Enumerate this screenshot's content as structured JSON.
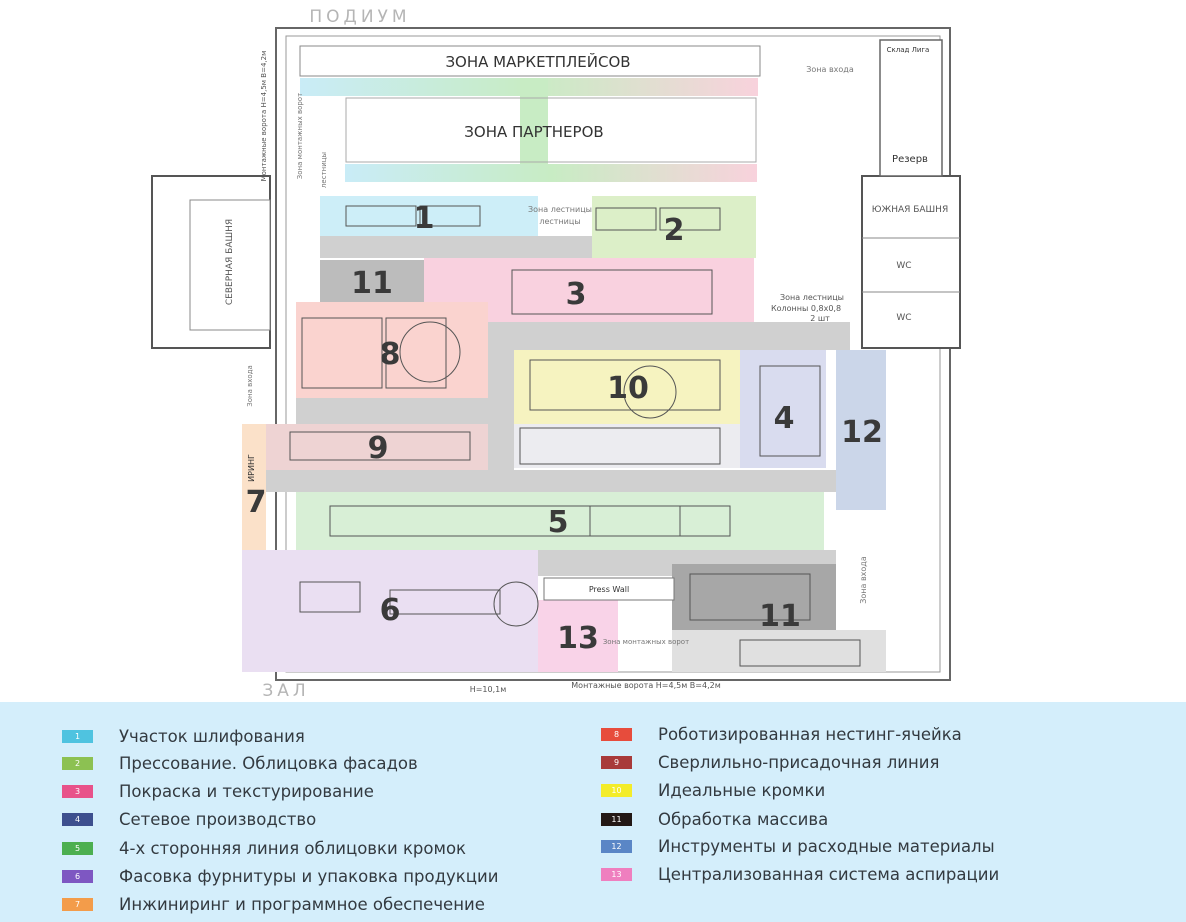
{
  "plan": {
    "podium_label": "ПОДИУМ",
    "hall_label": "ЗАЛ",
    "marketplace_zone": "ЗОНА МАРКЕТПЛЕЙСОВ",
    "partners_zone": "ЗОНА ПАРТНЕРОВ",
    "stairs_zone": "Зона лестницы",
    "stairs_zone_right": "Зона лестницы",
    "columns_note": "Колонны 0,8х0,8",
    "columns_count": "2 шт",
    "entrance_zone_top": "Зона входа",
    "entrance_zone_right": "Зона входа",
    "warehouse_label": "Склад Лига",
    "reserve_label": "Резерв",
    "south_tower": "ЮЖНАЯ БАШНЯ",
    "north_tower": "СЕВЕРНАЯ БАШНЯ",
    "wc_1": "WC",
    "wc_2": "WC",
    "stairs_small": "лестницы",
    "mount_zone_left": "Зона монтажных ворот",
    "mount_gate_left": "Монтажные ворота Н=4,5м В=4,2м",
    "mount_zone_bottom": "Зона монтажных ворот",
    "mount_gate_bottom": "Монтажные ворота Н=4,5м В=4,2м",
    "side_entry": "Зона входа",
    "press_wall": "Press Wall",
    "height_mark": "H=10,1м",
    "engineering_booth": "ИРИНГ",
    "zone_numbers": {
      "z1": "1",
      "z2": "2",
      "z3": "3",
      "z4": "4",
      "z5": "5",
      "z6": "6",
      "z7": "7",
      "z8": "8",
      "z9": "9",
      "z10": "10",
      "z11a": "11",
      "z11b": "11",
      "z12": "12",
      "z13": "13"
    }
  },
  "colors": {
    "z1": "#4fc3e0",
    "z2": "#8cc152",
    "z3": "#e8528a",
    "z4": "#3d4f8e",
    "z5": "#4caf50",
    "z6": "#7e57c2",
    "z7": "#f39c4a",
    "z8": "#e74c3c",
    "z9": "#a83a3a",
    "z10": "#f3ec2a",
    "z11": "#231815",
    "z12": "#5a86c6",
    "z13": "#ef7fbf"
  },
  "legend": {
    "items": [
      {
        "num": "1",
        "label": "Участок шлифования",
        "color": "#4fc3e0"
      },
      {
        "num": "2",
        "label": "Прессование. Облицовка фасадов",
        "color": "#8cc152"
      },
      {
        "num": "3",
        "label": "Покраска и текстурирование",
        "color": "#e8528a"
      },
      {
        "num": "4",
        "label": "Сетевое производство",
        "color": "#3d4f8e"
      },
      {
        "num": "5",
        "label": "4-х сторонняя линия облицовки кромок",
        "color": "#4caf50"
      },
      {
        "num": "6",
        "label": "Фасовка фурнитуры и упаковка продукции",
        "color": "#7e57c2"
      },
      {
        "num": "7",
        "label": "Инжиниринг и программное обеспечение",
        "color": "#f39c4a"
      },
      {
        "num": "8",
        "label": "Роботизированная нестинг-ячейка",
        "color": "#e74c3c"
      },
      {
        "num": "9",
        "label": "Сверлильно-присадочная линия",
        "color": "#a83a3a"
      },
      {
        "num": "10",
        "label": "Идеальные кромки",
        "color": "#f3ec2a"
      },
      {
        "num": "11",
        "label": "Обработка массива",
        "color": "#231815"
      },
      {
        "num": "12",
        "label": "Инструменты и расходные материалы",
        "color": "#5a86c6"
      },
      {
        "num": "13",
        "label": "Централизованная система аспирации",
        "color": "#ef7fbf"
      }
    ]
  }
}
